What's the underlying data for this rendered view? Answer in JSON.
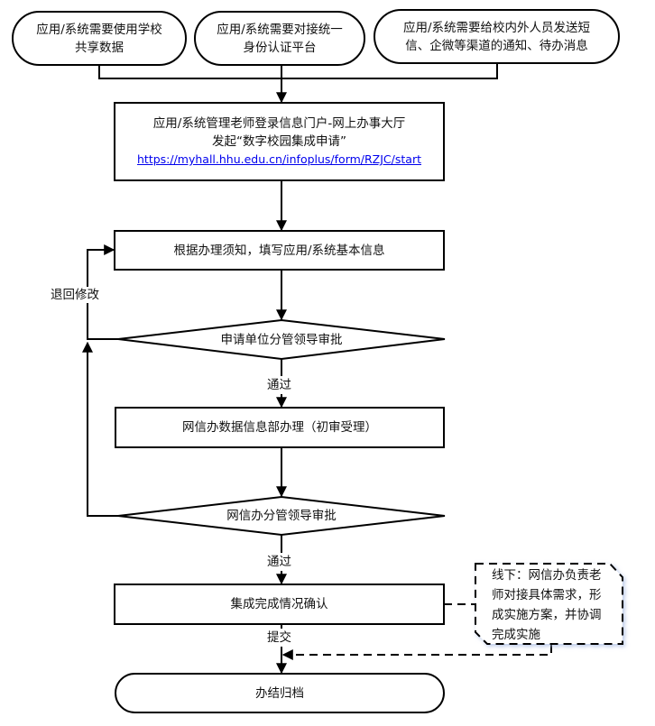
{
  "diagram": {
    "start_nodes": [
      {
        "line1": "应用/系统需要使用学校",
        "line2": "共享数据"
      },
      {
        "line1": "应用/系统需要对接统一",
        "line2": "身份认证平台"
      },
      {
        "line1": "应用/系统需要给校内外人员发送短",
        "line2": "信、企微等渠道的通知、待办消息"
      }
    ],
    "login_step": {
      "line1": "应用/系统管理老师登录信息门户-网上办事大厅",
      "line2": "发起“数字校园集成申请”",
      "link": "https://myhall.hhu.edu.cn/infoplus/form/RZJC/start"
    },
    "fill_step": "根据办理须知，填写应用/系统基本信息",
    "decision1": "申请单位分管领导审批",
    "process_step": "网信办数据信息部办理（初审受理）",
    "decision2": "网信办分管领导审批",
    "confirm_step": "集成完成情况确认",
    "end_node": "办结归档",
    "edge_labels": {
      "return": "退回修改",
      "pass1": "通过",
      "pass2": "通过",
      "submit": "提交"
    },
    "note": {
      "lines": [
        "线下：网信办负责老",
        "师对接具体需求，形",
        "成实施方案，并协调",
        "完成实施"
      ]
    },
    "colors": {
      "stroke": "#000000",
      "link": "#0000ee",
      "note_shadow": "#c8d4ee"
    }
  }
}
